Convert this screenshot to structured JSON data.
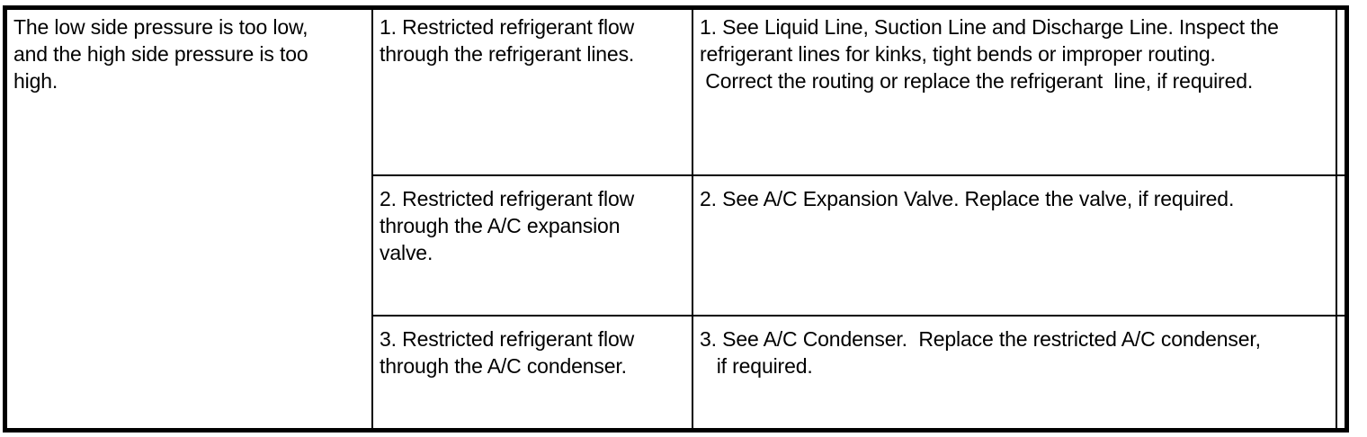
{
  "table": {
    "condition": [
      "The low side pressure is too low,",
      "and the high side pressure is too",
      "high."
    ],
    "rows": [
      {
        "cause": [
          "1. Restricted refrigerant flow",
          "through the refrigerant lines."
        ],
        "action": [
          "1. See Liquid Line, Suction Line and Discharge Line. Inspect the",
          "refrigerant lines for kinks, tight bends or improper routing.",
          " Correct the routing or replace the refrigerant  line, if required."
        ]
      },
      {
        "cause": [
          "2. Restricted refrigerant flow",
          "through the A/C expansion",
          "valve."
        ],
        "action": [
          "2. See A/C Expansion Valve. Replace the valve, if required."
        ]
      },
      {
        "cause": [
          "3. Restricted refrigerant flow",
          "through the A/C condenser."
        ],
        "action": [
          "3. See A/C Condenser.  Replace the restricted A/C condenser,",
          "   if required."
        ]
      }
    ]
  }
}
